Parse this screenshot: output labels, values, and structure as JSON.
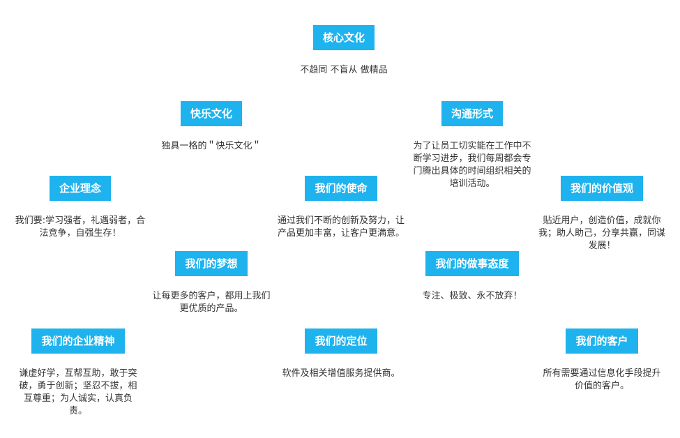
{
  "items": [
    {
      "title": "核心文化",
      "text": "不趋同 不盲从 做精品"
    },
    {
      "title": "快乐文化",
      "text": "独具一格的＂快乐文化＂"
    },
    {
      "title": "沟通形式",
      "text": "为了让员工切实能在工作中不断学习进步，我们每周都会专门腾出具体的时间组织相关的培训活动。"
    },
    {
      "title": "企业理念",
      "text": "我们要:学习强者，礼遇弱者，合法竞争，自强生存！"
    },
    {
      "title": "我们的使命",
      "text": "通过我们不断的创新及努力，让产品更加丰富，让客户更满意。"
    },
    {
      "title": "我们的价值观",
      "text": "贴近用户，创造价值，成就你我；助人助己，分享共赢，同谋发展！"
    },
    {
      "title": "我们的梦想",
      "text": "让每更多的客户，都用上我们更优质的产品。"
    },
    {
      "title": "我们的做事态度",
      "text": "专注、极致、永不放弃！"
    },
    {
      "title": "我们的企业精神",
      "text": "谦虚好学，互帮互助，敢于突破，勇于创新；坚忍不拔，相互尊重；为人诚实，认真负责。"
    },
    {
      "title": "我们的定位",
      "text": "软件及相关增值服务提供商。"
    },
    {
      "title": "我们的客户",
      "text": "所有需要通过信息化手段提升价值的客户。"
    }
  ]
}
